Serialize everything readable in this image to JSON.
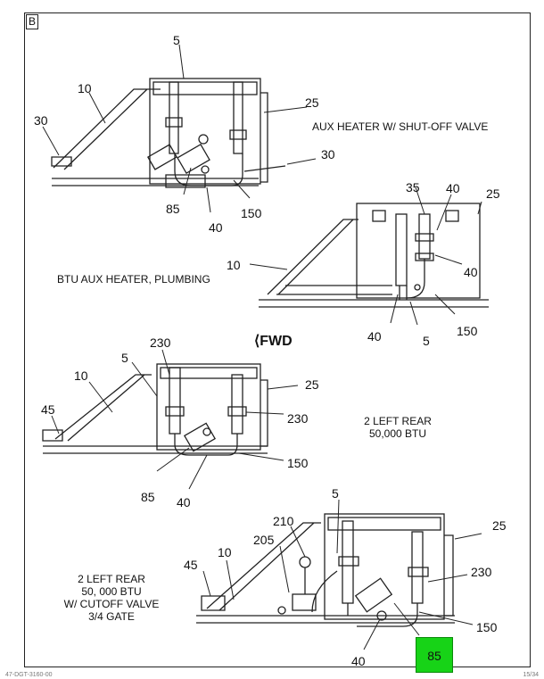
{
  "panel_label": "B",
  "fwd_label": "FWD",
  "captions": {
    "aux_heater": "AUX HEATER W/ SHUT-OFF VALVE",
    "btu_plumbing": "BTU AUX HEATER, PLUMBING",
    "left_rear_1": "2 LEFT REAR\n50,000 BTU",
    "left_rear_2": "2 LEFT REAR\n50, 000 BTU\nW/ CUTOFF VALVE\n3/4 GATE"
  },
  "callouts": {
    "v1": [
      "5",
      "10",
      "30",
      "25",
      "30",
      "85",
      "40",
      "150"
    ],
    "v2": [
      "35",
      "40",
      "25",
      "10",
      "40",
      "40",
      "5",
      "150"
    ],
    "v3": [
      "230",
      "5",
      "10",
      "45",
      "25",
      "230",
      "150",
      "85",
      "40"
    ],
    "v4": [
      "5",
      "210",
      "205",
      "10",
      "45",
      "25",
      "230",
      "150",
      "40"
    ]
  },
  "highlight": "85",
  "footer": {
    "left": "47-DGT-3160-00",
    "right": "15/34"
  },
  "colors": {
    "highlight": "#17d317",
    "line": "#222222"
  }
}
